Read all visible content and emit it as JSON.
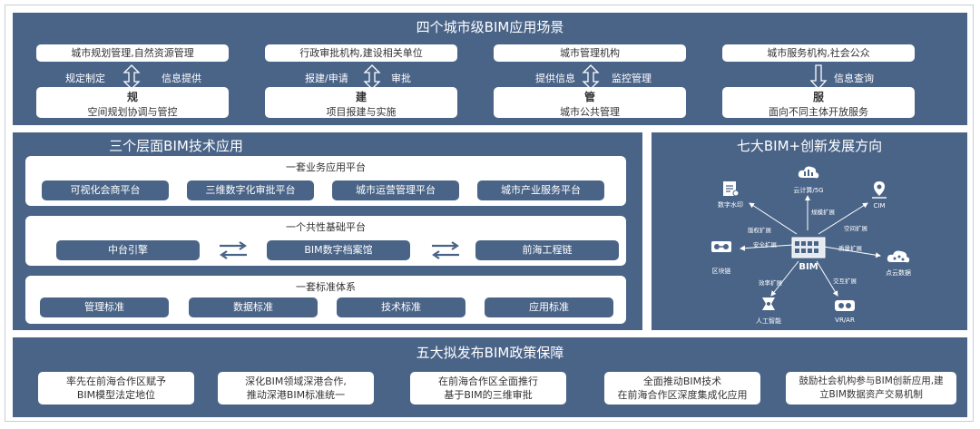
{
  "top": {
    "title": "四个城市级BIM应用场景",
    "columns": [
      {
        "source": "城市规划管理,自然资源管理",
        "left_label": "规定制定",
        "right_label": "信息提供",
        "code": "规",
        "desc": "空间规划协调与管控"
      },
      {
        "source": "行政审批机构,建设相关单位",
        "left_label": "报建/申请",
        "right_label": "审批",
        "code": "建",
        "desc": "项目报建与实施"
      },
      {
        "source": "城市管理机构",
        "left_label": "提供信息",
        "right_label": "监控管理",
        "code": "管",
        "desc": "城市公共管理"
      },
      {
        "source": "城市服务机构,社会公众",
        "left_label": "",
        "right_label": "信息查询",
        "code": "服",
        "desc": "面向不同主体开放服务"
      }
    ]
  },
  "middle": {
    "title": "三个层面BIM技术应用",
    "business": {
      "title": "一套业务应用平台",
      "items": [
        "可视化会商平台",
        "三维数字化审批平台",
        "城市运营管理平台",
        "城市产业服务平台"
      ]
    },
    "common": {
      "title": "一个共性基础平台",
      "items": [
        "中台引擎",
        "BIM数字档案馆",
        "前海工程链"
      ]
    },
    "standards": {
      "title": "一套标准体系",
      "items": [
        "管理标准",
        "数据标准",
        "技术标准",
        "应用标准"
      ]
    }
  },
  "right": {
    "title": "七大BIM+创新发展方向",
    "center": "BIM",
    "nodes": [
      {
        "label": "数字水印",
        "icon": "document-icon"
      },
      {
        "label": "云计算/5G",
        "icon": "cloud-icon"
      },
      {
        "label": "CIM",
        "icon": "map-pin-icon"
      },
      {
        "label": "区块链",
        "icon": "blockchain-icon"
      },
      {
        "label": "点云数据",
        "icon": "point-cloud-icon"
      },
      {
        "label": "人工智能",
        "icon": "ai-icon"
      },
      {
        "label": "VR/AR",
        "icon": "vr-headset-icon"
      }
    ],
    "edges": [
      "版权扩展",
      "规模扩展",
      "空间扩展",
      "安全扩展",
      "质量扩展",
      "效率扩展",
      "交互扩展"
    ]
  },
  "bottom": {
    "title": "五大拟发布BIM政策保障",
    "items": [
      {
        "line1": "率先在前海合作区赋予",
        "line2": "BIM模型法定地位"
      },
      {
        "line1": "深化BIM领域深港合作,",
        "line2": "推动深港BIM标准统一"
      },
      {
        "line1": "在前海合作区全面推行",
        "line2": "基于BIM的三维审批"
      },
      {
        "line1": "全面推动BIM技术",
        "line2": "在前海合作区深度集成化应用"
      },
      {
        "line1": "鼓励社会机构参与BIM创新应用,建",
        "line2": "立BIM数据资产交易机制"
      }
    ]
  }
}
